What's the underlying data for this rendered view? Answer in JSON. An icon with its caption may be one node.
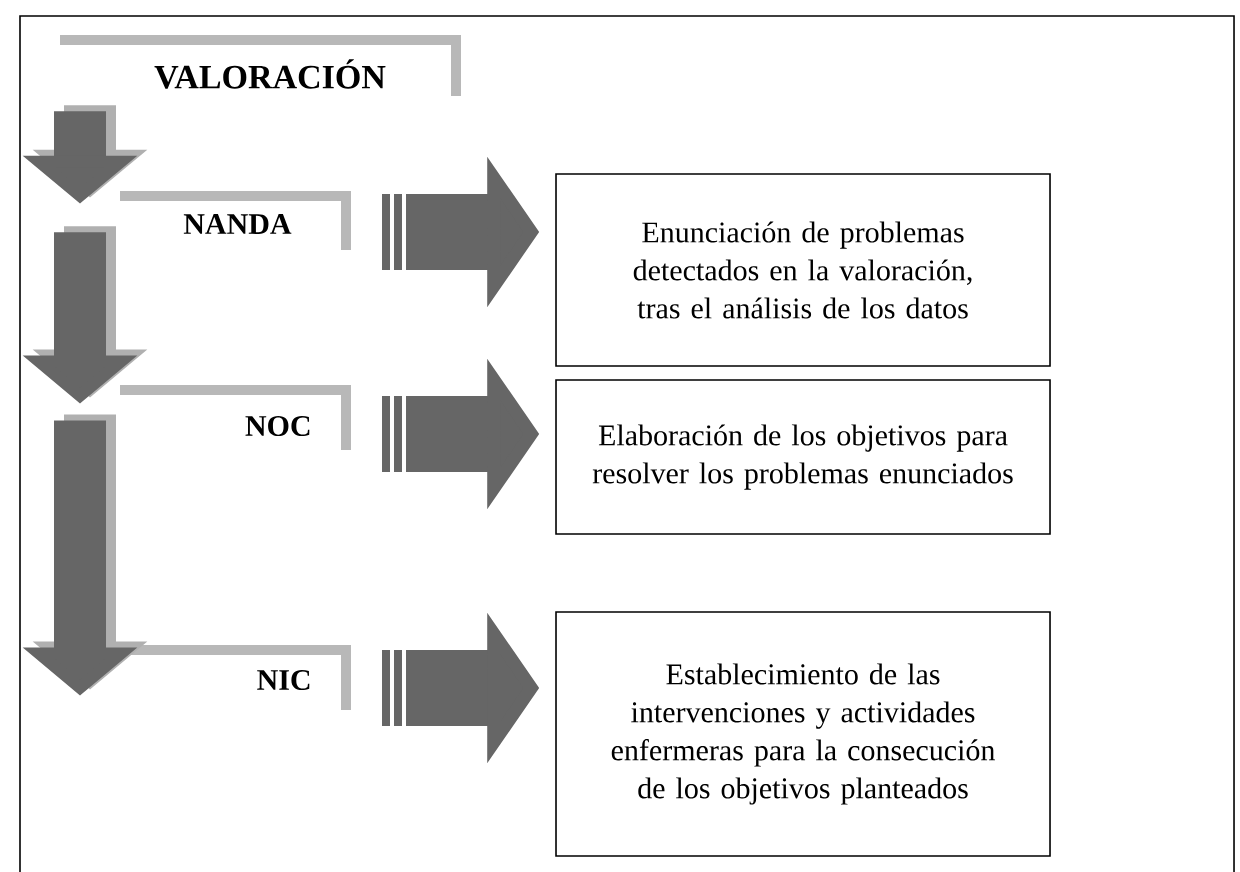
{
  "diagram": {
    "nodes": [
      {
        "text": [
          "VALORACIÓN"
        ]
      },
      {
        "text": [
          "NANDA"
        ]
      },
      {
        "text": [
          "NOC"
        ]
      },
      {
        "text": [
          "NIC"
        ]
      },
      {
        "text": [
          "Enunciación de problemas detectados en la valoración, tras el análisis de los datos"
        ]
      },
      {
        "text": [
          "Elaboración de los objetivos para resolver los problemas enunciados"
        ]
      },
      {
        "text": [
          "Establecimiento de las intervenciones y actividades enfermeras para la consecución de los objetivos planteados"
        ]
      }
    ],
    "edges": [
      {
        "from": 0,
        "to": 1,
        "arrow": "to"
      },
      {
        "from": 1,
        "to": 2,
        "arrow": "to"
      },
      {
        "from": 2,
        "to": 3,
        "arrow": "to"
      },
      {
        "from": 1,
        "to": 4,
        "arrow": "to"
      },
      {
        "from": 2,
        "to": 5,
        "arrow": "to"
      },
      {
        "from": 3,
        "to": 6,
        "arrow": "to"
      }
    ]
  }
}
